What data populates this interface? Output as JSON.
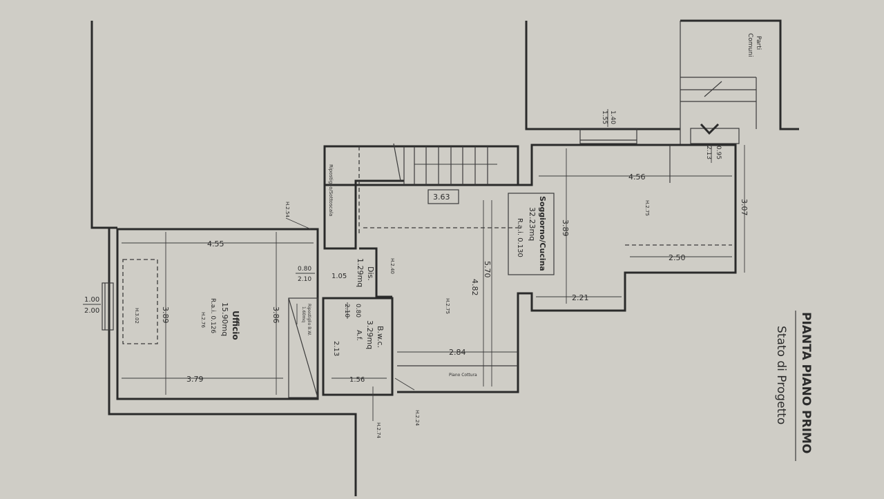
{
  "title": {
    "line1": "PIANTA PIANO PRIMO",
    "line2": "Stato di Progetto"
  },
  "rooms": {
    "ufficio": {
      "name": "Ufficio",
      "area": "15.90mq",
      "ratio": "R.a.i. 0.126",
      "height": "H.2.76",
      "height_alt": "H.3.02"
    },
    "dis": {
      "name": "Dis.",
      "area": "1.29mq",
      "height": "H.2.40"
    },
    "bwc": {
      "name": "B.w.c.",
      "area": "3.29mq",
      "note": "A.f."
    },
    "soggiorno": {
      "name": "Soggiorno/Cucina",
      "area": "32.23mq",
      "ratio": "R.a.i. 0.130",
      "height_a": "H.2.75",
      "height_b": "H.2.75"
    },
    "ripostiglio": {
      "name": "Ripostiglio/Sottoscala"
    },
    "parti_comuni": {
      "name": "Parti Comuni"
    },
    "ripostiglio_bw": {
      "name": "Ripostiglio B.W.",
      "area": "1.60mq"
    },
    "piano_cottura": {
      "name": "Piano Cottura"
    }
  },
  "dimensions": {
    "d455": "4.55",
    "d389a": "3.89",
    "d386": "3.86",
    "d379": "3.79",
    "d363": "3.63",
    "d570": "5.70",
    "d482": "4.82",
    "d284": "2.84",
    "d389b": "3.89",
    "d456": "4.56",
    "d307": "3.07",
    "d250": "2.50",
    "d221": "2.21",
    "d156": "1.56",
    "d213": "2.13",
    "d105": "1.05"
  },
  "openings": {
    "w1_w": "1.00",
    "w1_h": "2.00",
    "d1_w": "0.80",
    "d1_h": "2.10",
    "d2_w": "0.80",
    "d2_h": "2.10",
    "w2_w": "1.40",
    "w2_h": "1.55",
    "w3_w": "0.95",
    "w3_h": "2.13"
  },
  "heights": {
    "h254": "H.2.54",
    "h224": "H.2.24",
    "h274": "H.2.74"
  }
}
